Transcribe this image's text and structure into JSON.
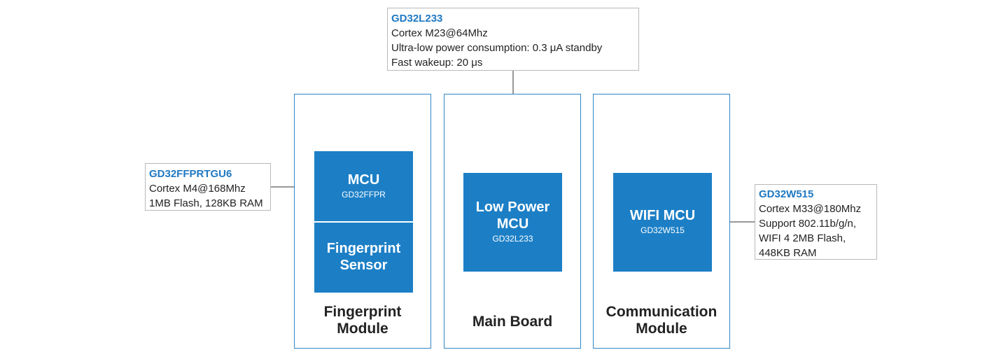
{
  "callouts": {
    "top": {
      "title": "GD32L233",
      "lines": [
        "Cortex M23@64Mhz",
        "Ultra-low power consumption: 0.3 μA standby",
        "Fast wakeup: 20 μs"
      ]
    },
    "left": {
      "title": "GD32FFPRTGU6",
      "lines": [
        "Cortex M4@168Mhz",
        "1MB Flash, 128KB RAM"
      ]
    },
    "right": {
      "title": "GD32W515",
      "lines": [
        "Cortex M33@180Mhz",
        "Support 802.11b/g/n,",
        "WIFI 4 2MB Flash,",
        "448KB RAM"
      ]
    }
  },
  "modules": {
    "fingerprint": {
      "label_lines": [
        "Fingerprint",
        "Module"
      ],
      "mcu_title": "MCU",
      "mcu_sub": "GD32FFPR",
      "sensor_lines": [
        "Fingerprint",
        "Sensor"
      ]
    },
    "main_board": {
      "label": "Main Board",
      "mcu_title_lines": [
        "Low Power",
        "MCU"
      ],
      "mcu_sub": "GD32L233"
    },
    "communication": {
      "label_lines": [
        "Communication",
        "Module"
      ],
      "mcu_title": "WIFI MCU",
      "mcu_sub": "GD32W515"
    }
  },
  "colors": {
    "module_border": "#2f86c9",
    "block_fill": "#1c7fc6",
    "callout_title": "#1f78c1",
    "callout_border": "#b9b9b9",
    "arrow": "#333333"
  }
}
